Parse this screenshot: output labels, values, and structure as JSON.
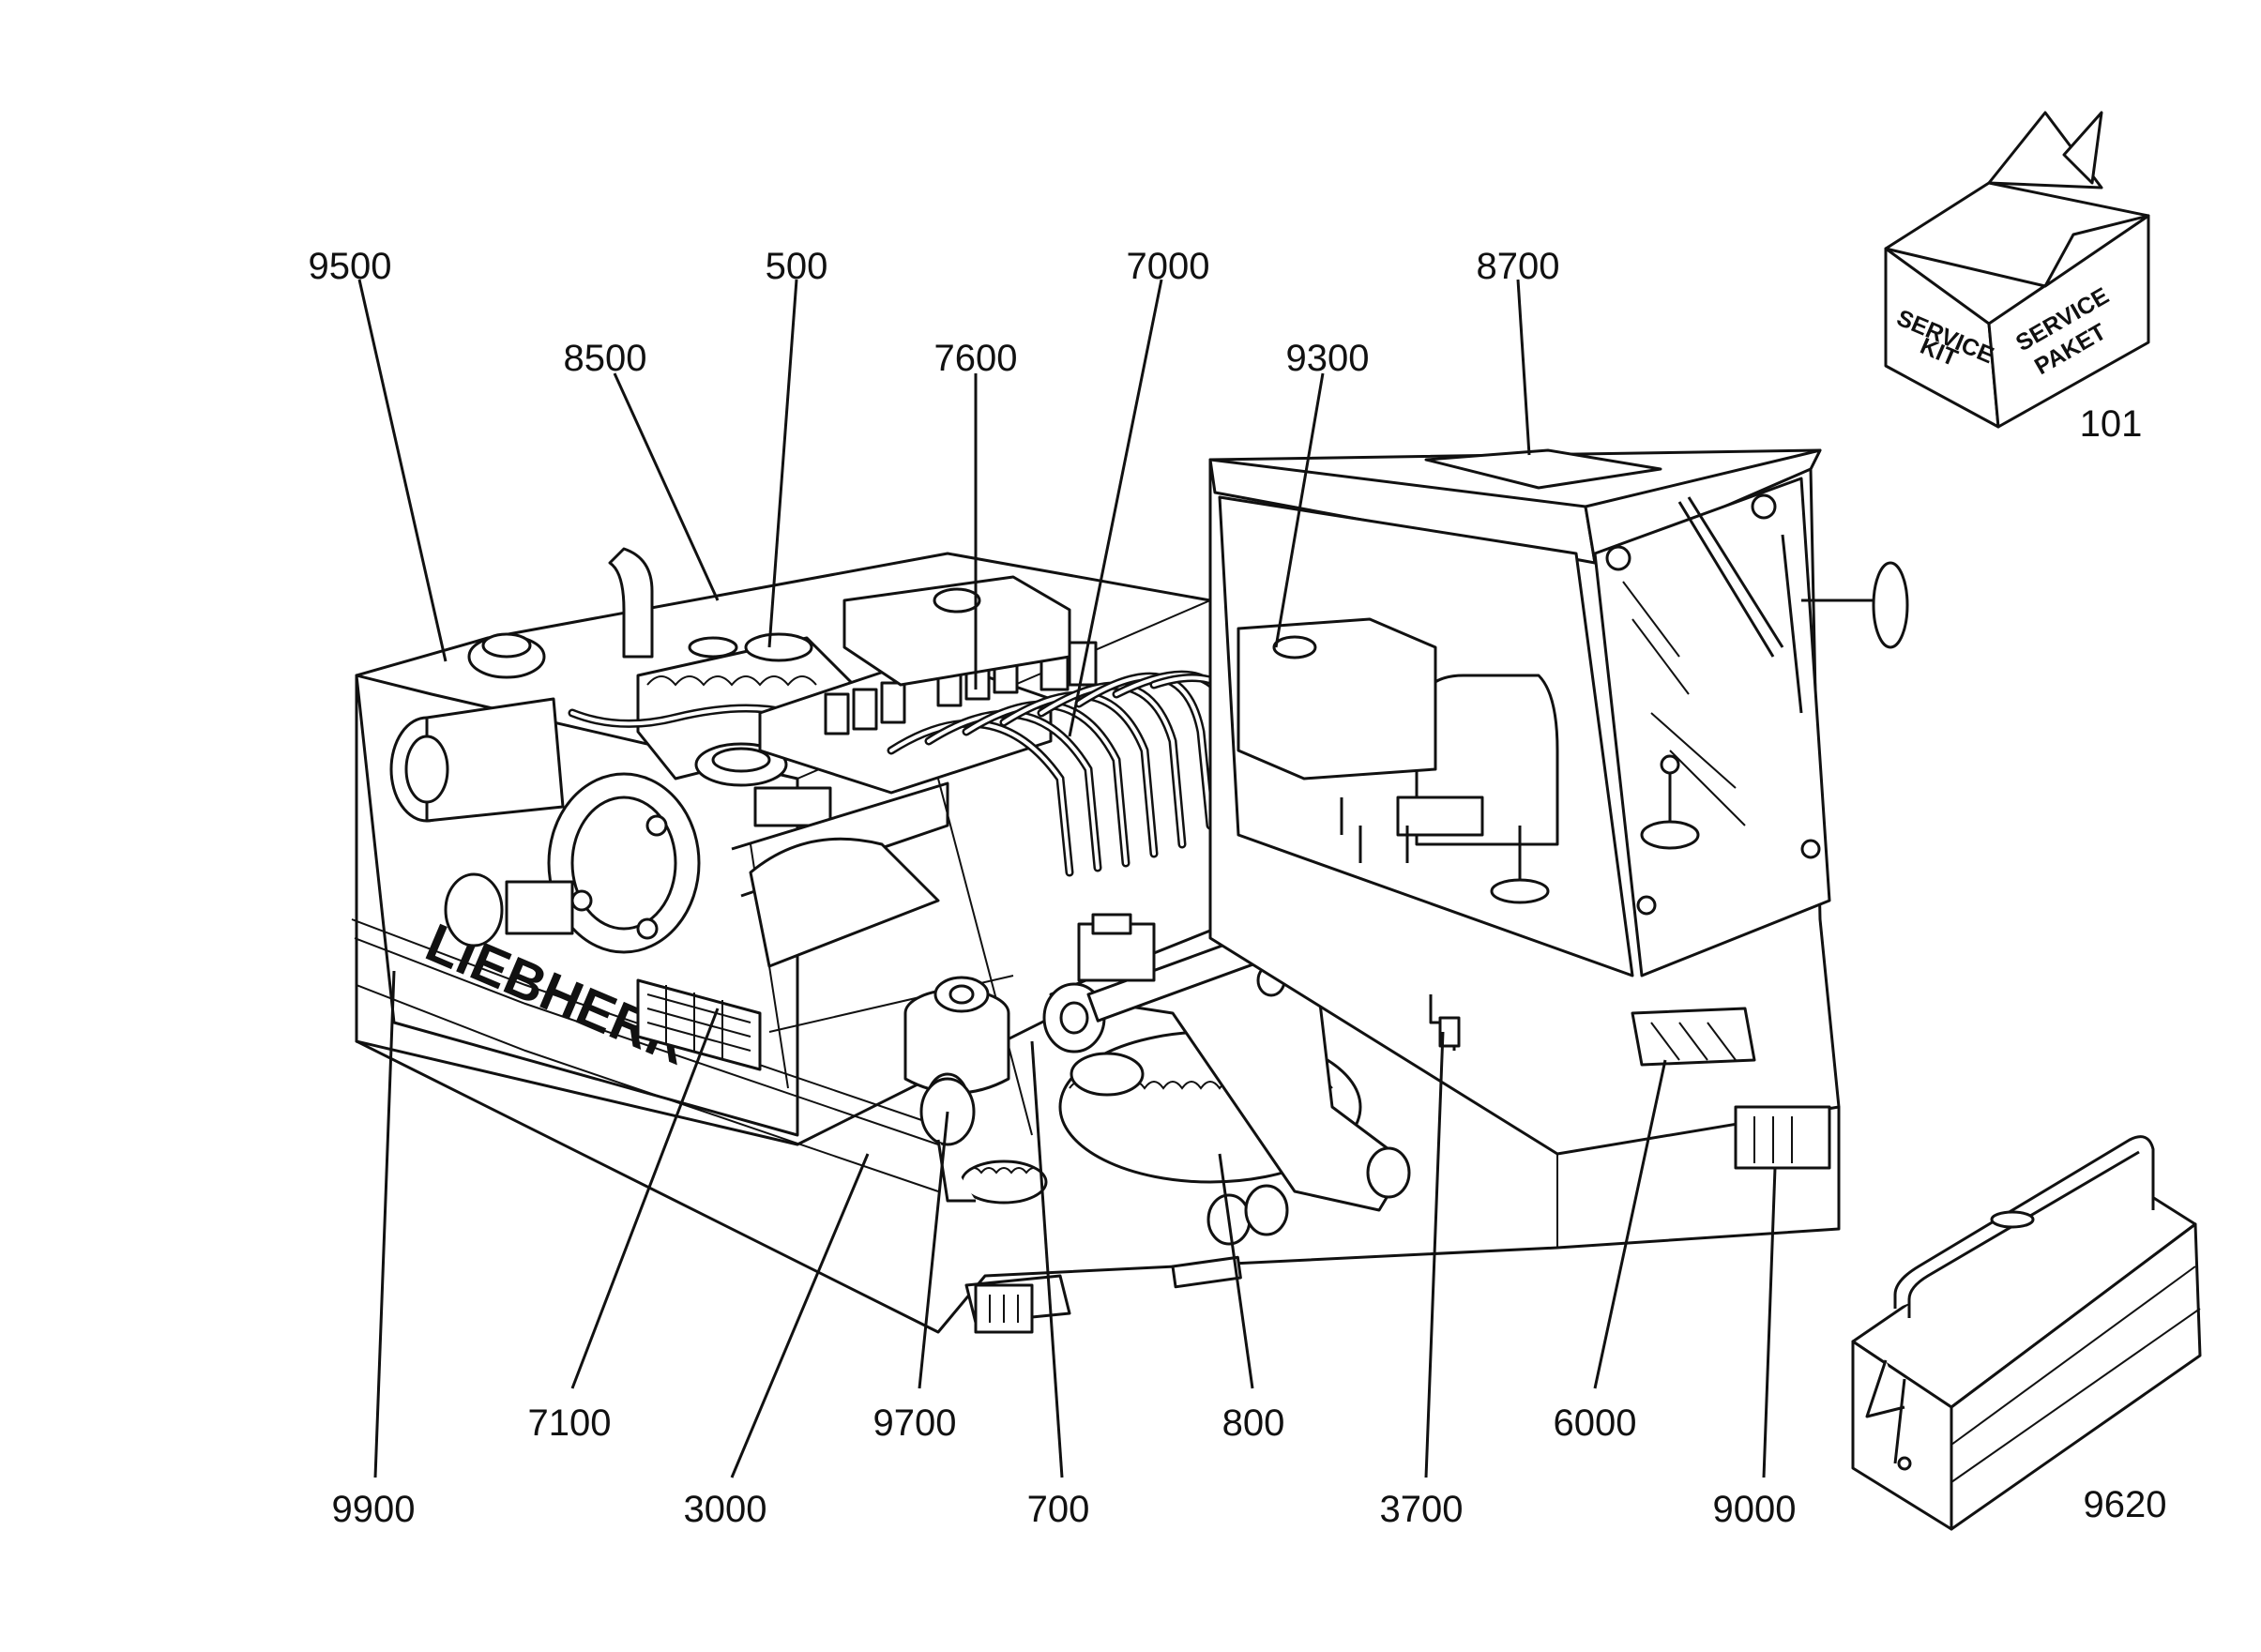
{
  "diagram": {
    "callouts": [
      {
        "id": "9500",
        "label": "9500"
      },
      {
        "id": "500",
        "label": "500"
      },
      {
        "id": "7000",
        "label": "7000"
      },
      {
        "id": "8700",
        "label": "8700"
      },
      {
        "id": "8500",
        "label": "8500"
      },
      {
        "id": "7600",
        "label": "7600"
      },
      {
        "id": "9300",
        "label": "9300"
      },
      {
        "id": "101",
        "label": "101"
      },
      {
        "id": "7100",
        "label": "7100"
      },
      {
        "id": "9700",
        "label": "9700"
      },
      {
        "id": "800",
        "label": "800"
      },
      {
        "id": "6000",
        "label": "6000"
      },
      {
        "id": "9900",
        "label": "9900"
      },
      {
        "id": "3000",
        "label": "3000"
      },
      {
        "id": "700",
        "label": "700"
      },
      {
        "id": "3700",
        "label": "3700"
      },
      {
        "id": "9000",
        "label": "9000"
      },
      {
        "id": "9620",
        "label": "9620"
      }
    ],
    "service_box": {
      "side_text_1": "SERVICE",
      "side_text_2": "KIT",
      "front_text_1": "SERVICE",
      "front_text_2": "PAKET"
    },
    "brand_lettering": "LIEBHERR",
    "ink_color": "#111111",
    "background_color": "#ffffff"
  }
}
